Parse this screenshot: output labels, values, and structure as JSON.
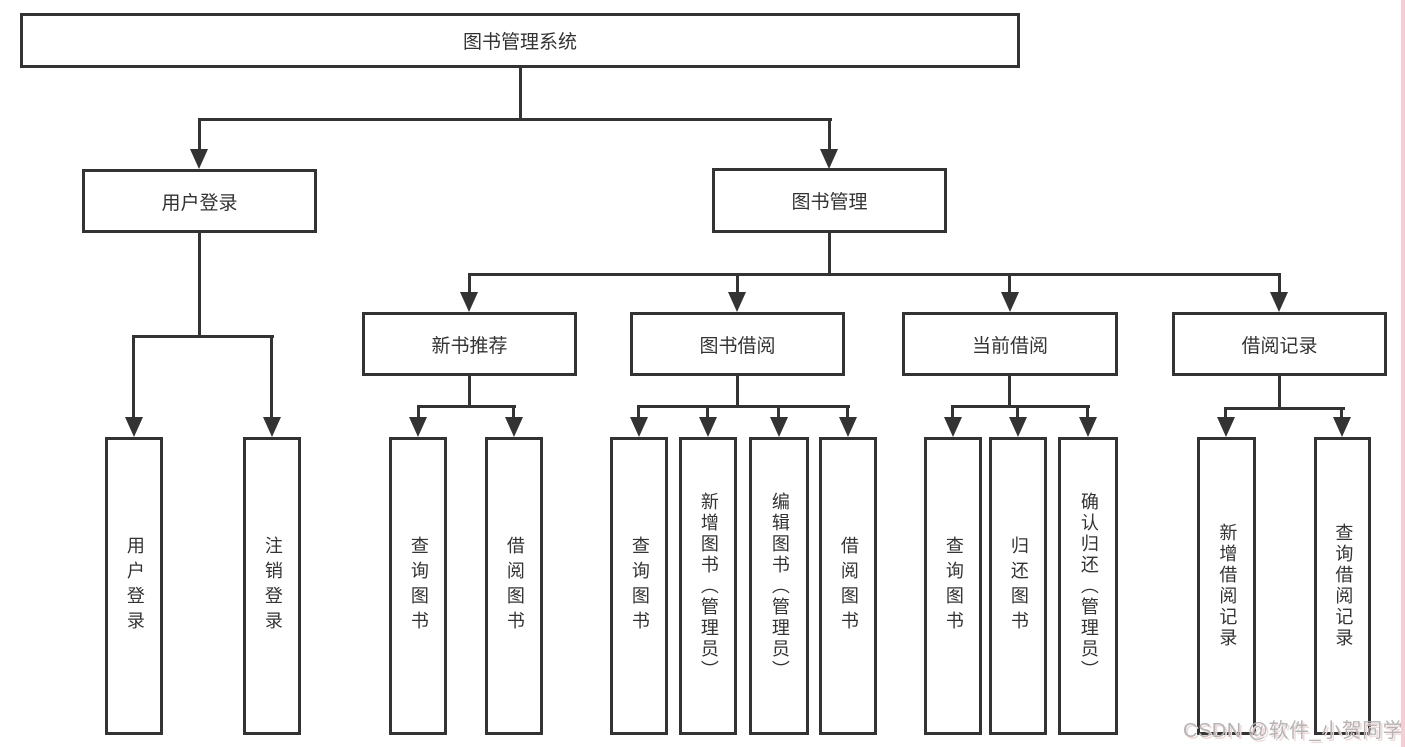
{
  "diagram": {
    "title_node": "图书管理系统",
    "nodes": {
      "root": "图书管理系统",
      "user_login": "用户登录",
      "book_mgmt": "图书管理",
      "new_book_rec": "新书推荐",
      "book_borrow": "图书借阅",
      "current_borrow": "当前借阅",
      "borrow_records": "借阅记录",
      "leaf_user_login": "用户登录",
      "leaf_logout": "注销登录",
      "rec_query": "查询图书",
      "rec_borrow": "借阅图书",
      "bb_query": "查询图书",
      "bb_add": "新增图书（管理员）",
      "bb_edit": "编辑图书（管理员）",
      "bb_borrow": "借阅图书",
      "cb_query": "查询图书",
      "cb_return": "归还图书",
      "cb_confirm": "确认归还（管理员）",
      "br_add": "新增借阅记录",
      "br_query": "查询借阅记录"
    }
  },
  "watermark": {
    "text": "CSDN @软件_小贺同学"
  },
  "colors": {
    "line": "#333333",
    "box_border": "#333333",
    "background": "#ffffff",
    "watermark_text": "#b5b5b5",
    "right_edge_strip": "#f3ced4"
  }
}
